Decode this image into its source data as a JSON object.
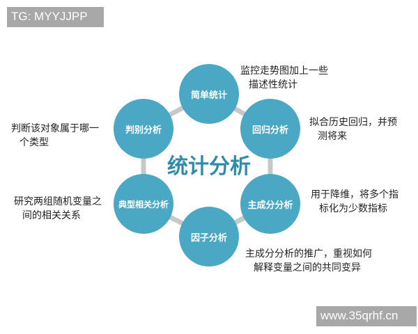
{
  "watermarks": {
    "top": "TG: MYYJJPP",
    "bottom": "www.35qrhf.cn"
  },
  "colors": {
    "node_fill": "#4ba8c4",
    "ring": "#c8c8c8",
    "center_text": "#2f8ba8",
    "watermark_bg": "#a8a8a8"
  },
  "center": {
    "title": "统计分析"
  },
  "nodes": [
    {
      "id": "simple",
      "label": "简单统计",
      "desc_line1": "监控走势图加上一些",
      "desc_line2": "描述性统计"
    },
    {
      "id": "regression",
      "label": "回归分析",
      "desc_line1": "拟合历史回归，并预",
      "desc_line2": "测将来"
    },
    {
      "id": "pca",
      "label": "主成分分析",
      "desc_line1": "用于降维，将多个指",
      "desc_line2": "标化为少数指标"
    },
    {
      "id": "factor",
      "label": "因子分析",
      "desc_line1": "主成分分析的推广，重视如何",
      "desc_line2": "解释变量之间的共同变异"
    },
    {
      "id": "canonical",
      "label": "典型相关分析",
      "desc_line1": "研究两组随机变量之",
      "desc_line2": "间的相关关系"
    },
    {
      "id": "discriminant",
      "label": "判别分析",
      "desc_line1": "判断该对象属于哪一",
      "desc_line2": "个类型"
    }
  ]
}
